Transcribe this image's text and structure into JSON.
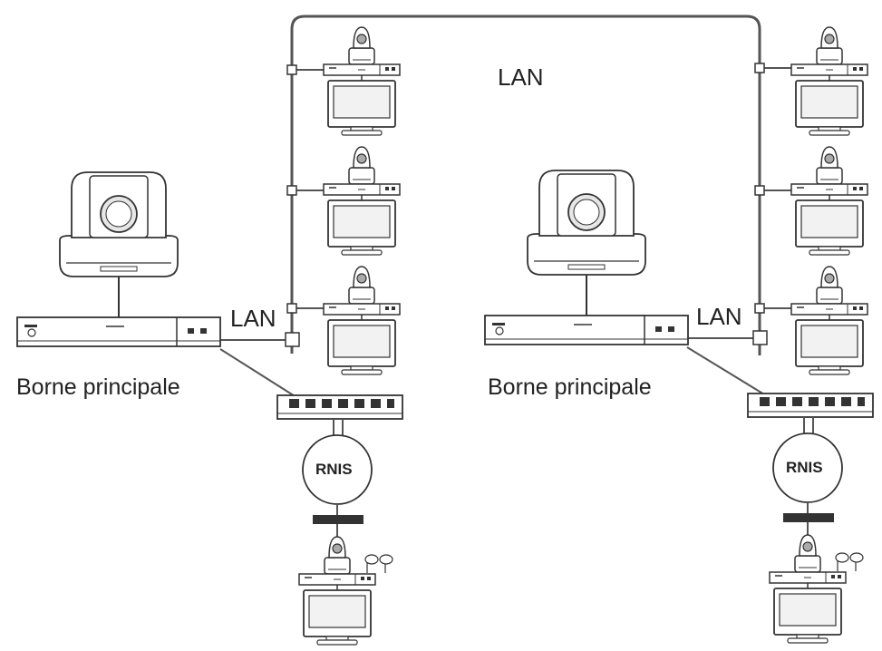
{
  "labels": {
    "lan_top": "LAN",
    "lan_left": "LAN",
    "lan_right": "LAN",
    "main_left": "Borne principale",
    "main_right": "Borne principale",
    "rnis_left": "RNIS",
    "rnis_right": "RNIS"
  },
  "colors": {
    "line": "#555555",
    "stroke": "#333333",
    "fill": "#ffffff",
    "screen": "#f2f2f2"
  }
}
